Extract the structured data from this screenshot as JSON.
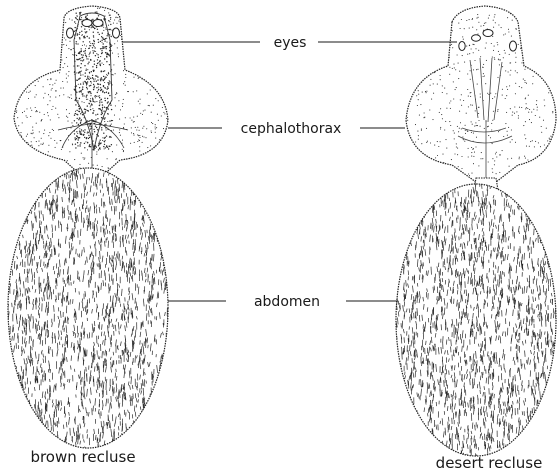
{
  "labels": {
    "eyes": "eyes",
    "cephalothorax": "cephalothorax",
    "abdomen": "abdomen"
  },
  "captions": {
    "left": "brown recluse",
    "right": "desert recluse"
  },
  "colors": {
    "ink": "#1a1a1a",
    "paper": "#ffffff"
  }
}
